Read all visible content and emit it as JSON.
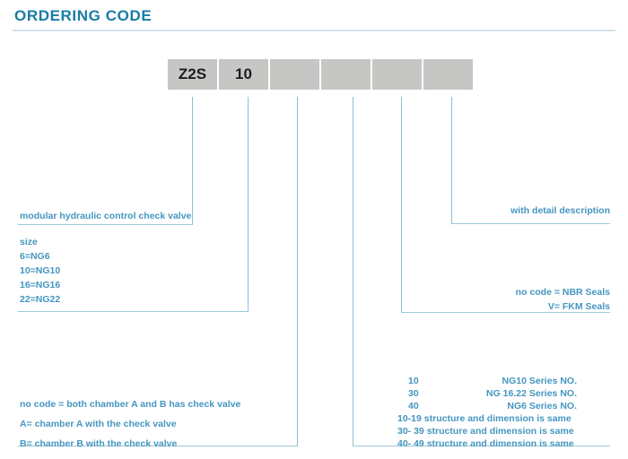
{
  "title": "ORDERING CODE",
  "code_boxes": [
    {
      "value": "Z2S"
    },
    {
      "value": "10"
    },
    {
      "value": ""
    },
    {
      "value": ""
    },
    {
      "value": ""
    },
    {
      "value": ""
    }
  ],
  "callouts": {
    "product": "modular hydraulic control check valve",
    "size_heading": "size",
    "size_options": [
      "6=NG6",
      "10=NG10",
      "16=NG16",
      "22=NG22"
    ],
    "chamber_options": [
      "no code = both chamber A and B has check valve",
      "A=  chamber A with the check valve",
      "B=  chamber B with the check valve"
    ],
    "seals": [
      "no code = NBR Seals",
      "V= FKM Seals"
    ],
    "detail": "with detail description"
  },
  "series_table": {
    "rows": [
      {
        "code": "10",
        "name": "NG10 Series NO."
      },
      {
        "code": "30",
        "name": "NG 16.22 Series NO."
      },
      {
        "code": "40",
        "name": "NG6 Series NO."
      }
    ],
    "notes": [
      "10-19 structure and dimension is same",
      "30- 39 structure and dimension is same",
      "40- 49 structure and dimension is same"
    ]
  },
  "colors": {
    "title": "#1a7ba5",
    "text": "#4596c0",
    "leader": "#8fbdd4",
    "box_fill": "#c6c6c4",
    "rule": "#d3e3ec"
  }
}
